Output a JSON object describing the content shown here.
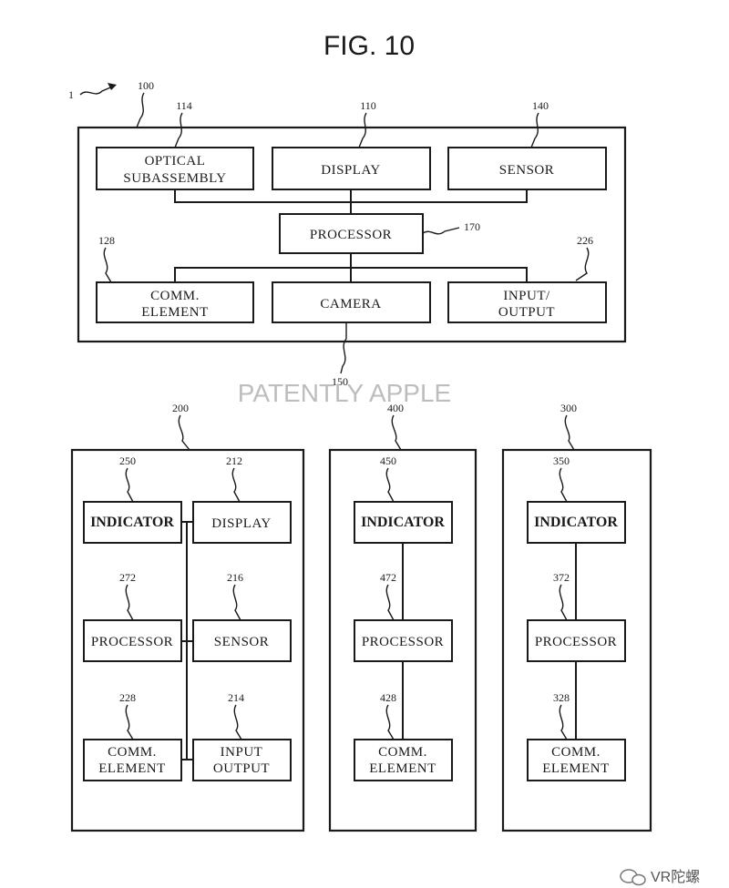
{
  "figure_title": "FIG. 10",
  "watermark": "PATENTLY APPLE",
  "logo_text": "VR陀螺",
  "refs": {
    "system": "1",
    "device_100": "100",
    "optical": "114",
    "display": "110",
    "sensor": "140",
    "processor": "170",
    "comm": "128",
    "io": "226",
    "camera": "150",
    "device_200": "200",
    "d200_indicator": "250",
    "d200_display": "212",
    "d200_processor": "272",
    "d200_sensor": "216",
    "d200_comm": "228",
    "d200_io": "214",
    "device_400": "400",
    "d400_indicator": "450",
    "d400_processor": "472",
    "d400_comm": "428",
    "device_300": "300",
    "d300_indicator": "350",
    "d300_processor": "372",
    "d300_comm": "328"
  },
  "labels": {
    "optical_1": "OPTICAL",
    "optical_2": "SUBASSEMBLY",
    "display": "DISPLAY",
    "sensor": "SENSOR",
    "processor": "PROCESSOR",
    "comm_1": "COMM.",
    "comm_2": "ELEMENT",
    "camera": "CAMERA",
    "io_1": "INPUT/",
    "io_2": "OUTPUT",
    "indicator": "INDICATOR",
    "input": "INPUT",
    "output": "OUTPUT"
  }
}
